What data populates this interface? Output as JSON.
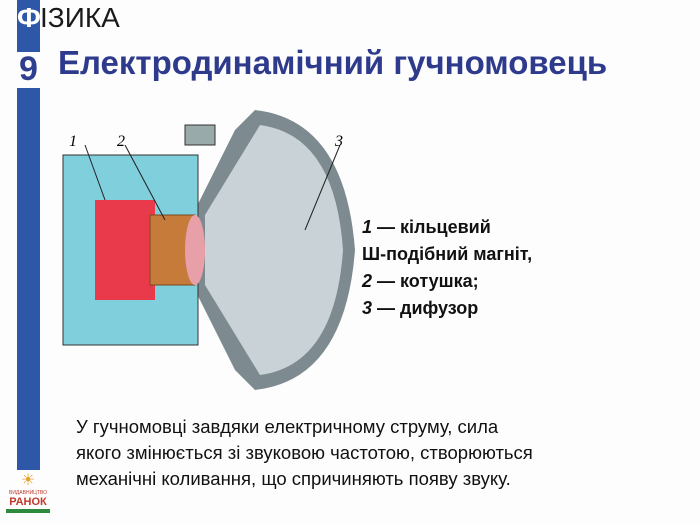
{
  "header": {
    "subject_first": "Ф",
    "subject_rest": "ІЗИКА",
    "grade": "9"
  },
  "title": "Електродинамічний гучномовець",
  "diagram": {
    "labels": [
      "1",
      "2",
      "3"
    ]
  },
  "legend": [
    {
      "num": "1",
      "text": " — кільцевий"
    },
    {
      "num": "",
      "text": "Ш-подібний магніт,"
    },
    {
      "num": "2",
      "text": " — котушка;"
    },
    {
      "num": "3",
      "text": " — дифузор"
    }
  ],
  "paragraph": [
    "У гучномовці завдяки електричному струму, сила",
    "якого змінюється зі звуковою частотою, створюються",
    "механічні коливання, що спричиняють появу звуку."
  ],
  "logo": {
    "small": "ВИДАВНИЦТВО",
    "name": "РАНОК"
  }
}
